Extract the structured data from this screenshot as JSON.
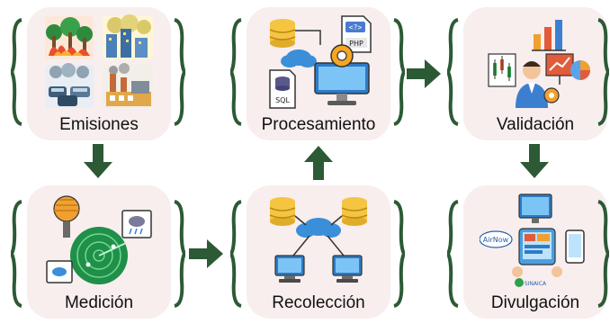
{
  "steps": {
    "emisiones": "Emisiones",
    "procesamiento": "Procesamiento",
    "validacion": "Validación",
    "medicion": "Medición",
    "recoleccion": "Recolección",
    "divulgacion": "Divulgación"
  },
  "badges": {
    "php": "PHP",
    "sql": "SQL",
    "php_tag": "<?>",
    "airnow": "AirNow",
    "sinaica": "SINAICA"
  },
  "colors": {
    "card": "#f8eeee",
    "brace": "#2c5a35",
    "arrow": "#2c5a35"
  }
}
